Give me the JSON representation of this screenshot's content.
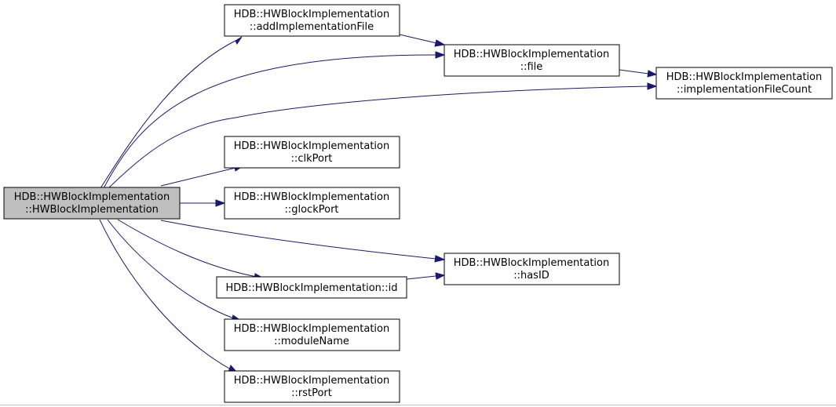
{
  "graph": {
    "nodes": {
      "root": {
        "line1": "HDB::HWBlockImplementation",
        "line2": "::HWBlockImplementation"
      },
      "addImplementationFile": {
        "line1": "HDB::HWBlockImplementation",
        "line2": "::addImplementationFile"
      },
      "file": {
        "line1": "HDB::HWBlockImplementation",
        "line2": "::file"
      },
      "implementationFileCount": {
        "line1": "HDB::HWBlockImplementation",
        "line2": "::implementationFileCount"
      },
      "clkPort": {
        "line1": "HDB::HWBlockImplementation",
        "line2": "::clkPort"
      },
      "glockPort": {
        "line1": "HDB::HWBlockImplementation",
        "line2": "::glockPort"
      },
      "hasID": {
        "line1": "HDB::HWBlockImplementation",
        "line2": "::hasID"
      },
      "id": {
        "line1": "HDB::HWBlockImplementation::id"
      },
      "moduleName": {
        "line1": "HDB::HWBlockImplementation",
        "line2": "::moduleName"
      },
      "rstPort": {
        "line1": "HDB::HWBlockImplementation",
        "line2": "::rstPort"
      }
    },
    "edges": [
      [
        "root",
        "addImplementationFile"
      ],
      [
        "root",
        "file"
      ],
      [
        "root",
        "implementationFileCount"
      ],
      [
        "root",
        "clkPort"
      ],
      [
        "root",
        "glockPort"
      ],
      [
        "root",
        "hasID"
      ],
      [
        "root",
        "id"
      ],
      [
        "root",
        "moduleName"
      ],
      [
        "root",
        "rstPort"
      ],
      [
        "addImplementationFile",
        "file"
      ],
      [
        "file",
        "implementationFileCount"
      ],
      [
        "id",
        "hasID"
      ]
    ],
    "colors": {
      "edge": "#191970",
      "root_fill": "#bfbfbf",
      "node_fill": "#ffffff",
      "border": "#000000"
    }
  }
}
